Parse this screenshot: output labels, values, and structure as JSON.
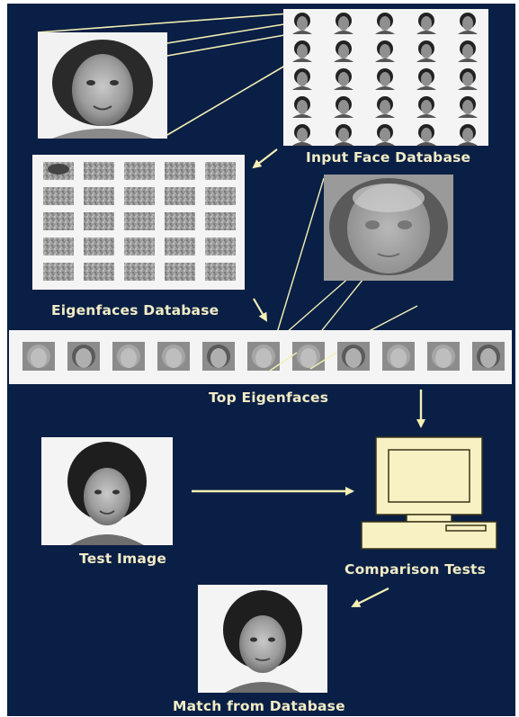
{
  "labels": {
    "input_face_database": "Input Face Database",
    "eigenfaces_database": "Eigenfaces Database",
    "top_eigenfaces": "Top Eigenfaces",
    "test_image": "Test Image",
    "comparison_tests": "Comparison Tests",
    "match_from_database": "Match from Database"
  },
  "colors": {
    "background": "#0a1f45",
    "label_text": "#f1ecc6",
    "connector": "#f4efb4",
    "computer_fill": "#f8f1c4",
    "computer_stroke": "#3a3418"
  }
}
